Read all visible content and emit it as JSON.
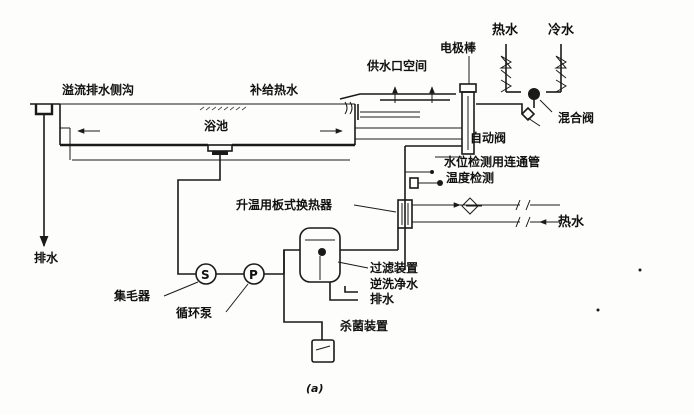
{
  "labels": {
    "hot_water_top": "热水",
    "cold_water_top": "冷水",
    "electrode_rod": "电极棒",
    "supply_outlet_space": "供水口空间",
    "overflow_gutter": "溢流排水侧沟",
    "makeup_hot_water": "补给热水",
    "pool": "浴池",
    "mixing_valve": "混合阀",
    "auto_valve": "自动阀",
    "level_pipe": "水位检测用连通管",
    "temp_detect": "温度检测",
    "drain_left": "排水",
    "plate_heat_exchanger": "升温用板式换热器",
    "hot_water_right": "热水",
    "filter_device": "过滤装置",
    "backwash_water": "逆洗净水",
    "drain_bottom": "排水",
    "hair_collector": "集毛器",
    "circulation_pump": "循环泵",
    "sterilizer": "杀菌装置",
    "caption": "(a)"
  }
}
